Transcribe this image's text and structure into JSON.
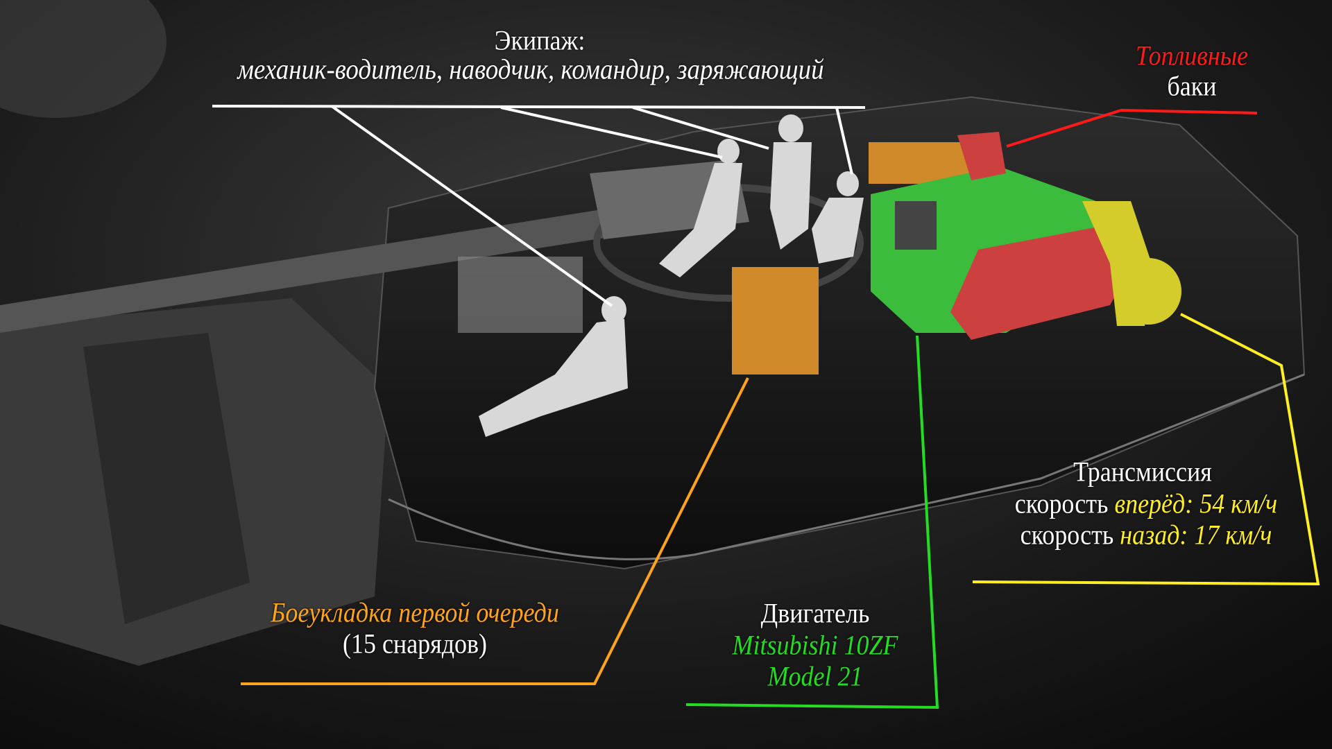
{
  "colors": {
    "crew": "#ffffff",
    "fuel": "#ff1a1a",
    "transmission": "#ffee22",
    "engine": "#22dd22",
    "ammo": "#ffa31a"
  },
  "crew": {
    "title": "Экипаж:",
    "members": "механик-водитель, наводчик, командир, заряжающий"
  },
  "fuel": {
    "line1": "Топливные",
    "line2": "баки"
  },
  "transmission": {
    "title": "Трансмиссия",
    "fwd_prefix": "скорость ",
    "fwd_value": "вперёд: 54 км/ч",
    "rev_prefix": "скорость ",
    "rev_value": "назад: 17 км/ч"
  },
  "engine": {
    "title": "Двигатель",
    "model_line1": "Mitsubishi 10ZF",
    "model_line2": "Model 21"
  },
  "ammo": {
    "title": "Боеукладка первой очереди",
    "count": "(15 снарядов)"
  }
}
